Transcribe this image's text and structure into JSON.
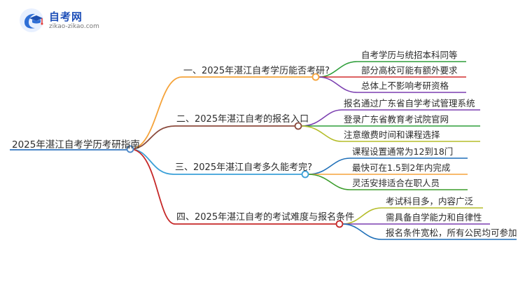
{
  "logo": {
    "title": "自考网",
    "url": "zikao-zikao.com"
  },
  "colors": {
    "root": "#4a86c8",
    "branch1": "#f5a33a",
    "branch2": "#8b4a3c",
    "branch3": "#3aa0d8",
    "branch4": "#c62828",
    "green": "#2e9e3a",
    "red": "#d32f2f",
    "purple": "#7b3fb0",
    "olive": "#b5bd2a",
    "blue": "#1e6fb8",
    "lime": "#3c9d2c"
  },
  "mindmap": {
    "root": "2025年湛江自考学历考研指南",
    "branches": [
      {
        "label": "一、2025年湛江自考学历能否考研?",
        "children": [
          "自考学历与统招本科同等",
          "部分高校可能有额外要求",
          "总体上不影响考研资格"
        ]
      },
      {
        "label": "二、2025年湛江自考的报名入口",
        "children": [
          "报名通过广东省自学考试管理系统",
          "登录广东省教育考试院官网",
          "注意缴费时间和课程选择"
        ]
      },
      {
        "label": "三、2025年湛江自考多久能考完?",
        "children": [
          "课程设置通常为12到18门",
          "最快可在1.5到2年内完成",
          "灵活安排适合在职人员"
        ]
      },
      {
        "label": "四、2025年湛江自考的考试难度与报名条件",
        "children": [
          "考试科目多，内容广泛",
          "需具备自学能力和自律性",
          "报名条件宽松，所有公民均可参加"
        ]
      }
    ]
  }
}
